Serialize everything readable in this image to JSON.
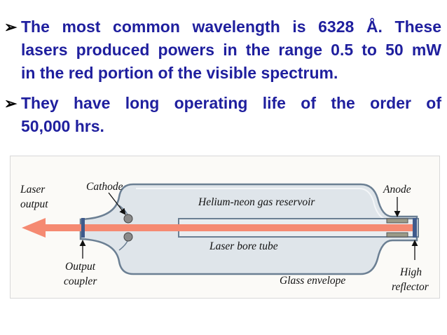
{
  "bullets": [
    {
      "arrow": "➢",
      "lines": [
        "The most common wavelength is 6328 Å. These",
        "lasers produced powers in the range 0.5 to 50 mW",
        "in the red portion of the visible spectrum."
      ]
    },
    {
      "arrow": "➢",
      "lines": [
        "They have long operating life of the order of",
        "50,000 hrs."
      ]
    }
  ],
  "diagram": {
    "labels": {
      "laser_output_1": "Laser",
      "laser_output_2": "output",
      "cathode": "Cathode",
      "gas_reservoir": "Helium-neon gas reservoir",
      "anode": "Anode",
      "bore_tube": "Laser bore tube",
      "output_coupler_1": "Output",
      "output_coupler_2": "coupler",
      "glass_envelope": "Glass envelope",
      "high_reflector_1": "High",
      "high_reflector_2": "reflector"
    },
    "colors": {
      "beam": "#f58a72",
      "envelope": "#dfe5ea",
      "envelope_stroke": "#6b7f93",
      "mirror": "#3f5a8c",
      "text": "#1f1f9e"
    }
  }
}
